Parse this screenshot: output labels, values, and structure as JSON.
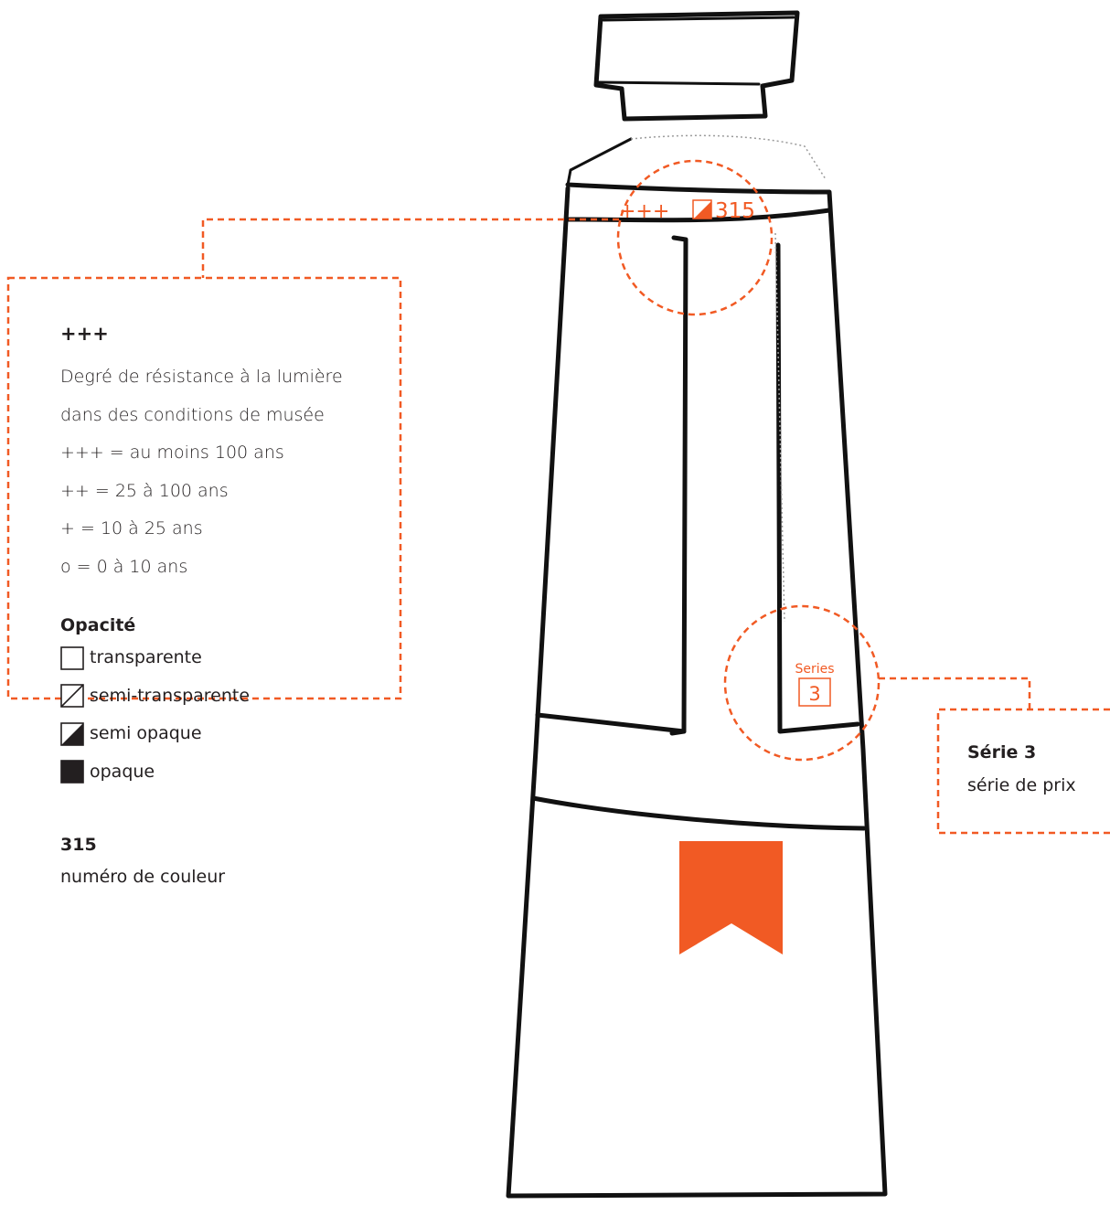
{
  "tube_label": {
    "lightfastness": "+++",
    "color_number": "315",
    "series_word": "Series",
    "series_number": "3"
  },
  "lightfastness_legend": {
    "title": "+++",
    "lines": [
      "Degré de résistance à la lumière",
      "dans des conditions de musée",
      "+++ = au moins 100 ans",
      "++ = 25 à 100 ans",
      "+ = 10 à 25 ans",
      "o = 0 à 10 ans"
    ]
  },
  "opacity_legend": {
    "title": "Opacité",
    "items": [
      {
        "icon": "transparent-square-icon",
        "label": "transparente"
      },
      {
        "icon": "semi-transparent-square-icon",
        "label": "semi-transparente"
      },
      {
        "icon": "semi-opaque-square-icon",
        "label": "semi opaque"
      },
      {
        "icon": "opaque-square-icon",
        "label": "opaque"
      }
    ]
  },
  "color_number_legend": {
    "title": "315",
    "description": "numéro de couleur"
  },
  "series_legend": {
    "title": "Série 3",
    "description": "série de prix"
  },
  "colors": {
    "accent": "#f15a24",
    "outline": "#111111",
    "text": "#231f20"
  }
}
